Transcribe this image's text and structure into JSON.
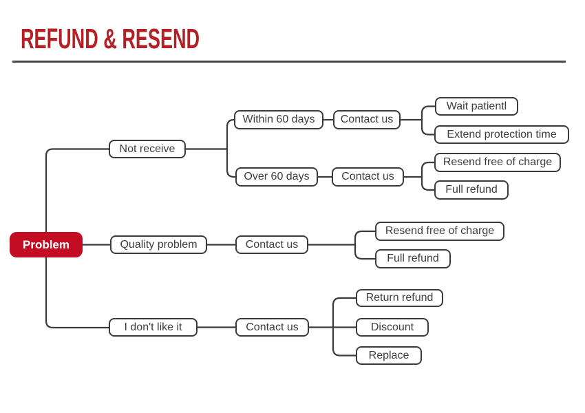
{
  "header": {
    "title": "REFUND & RESEND"
  },
  "colors": {
    "title_red": "#b32025",
    "node_red": "#c30d23",
    "line_dark": "#3a3a3a",
    "divider": "#474747"
  },
  "diagram": {
    "root": "Problem",
    "branch_not_receive": {
      "label": "Not receive",
      "within_60_days": "Within 60 days",
      "within_contact": "Contact us",
      "wait_patient": "Wait patientl",
      "extend_protection": "Extend protection time",
      "over_60_days": "Over 60 days",
      "over_contact": "Contact us",
      "resend_free": "Resend free of charge",
      "full_refund": "Full refund"
    },
    "branch_quality": {
      "label": "Quality problem",
      "contact": "Contact us",
      "resend_free": "Resend free of charge",
      "full_refund": "Full refund"
    },
    "branch_dont_like": {
      "label": "I don't like it",
      "contact": "Contact us",
      "return_refund": "Return refund",
      "discount": "Discount",
      "replace": "Replace"
    }
  }
}
